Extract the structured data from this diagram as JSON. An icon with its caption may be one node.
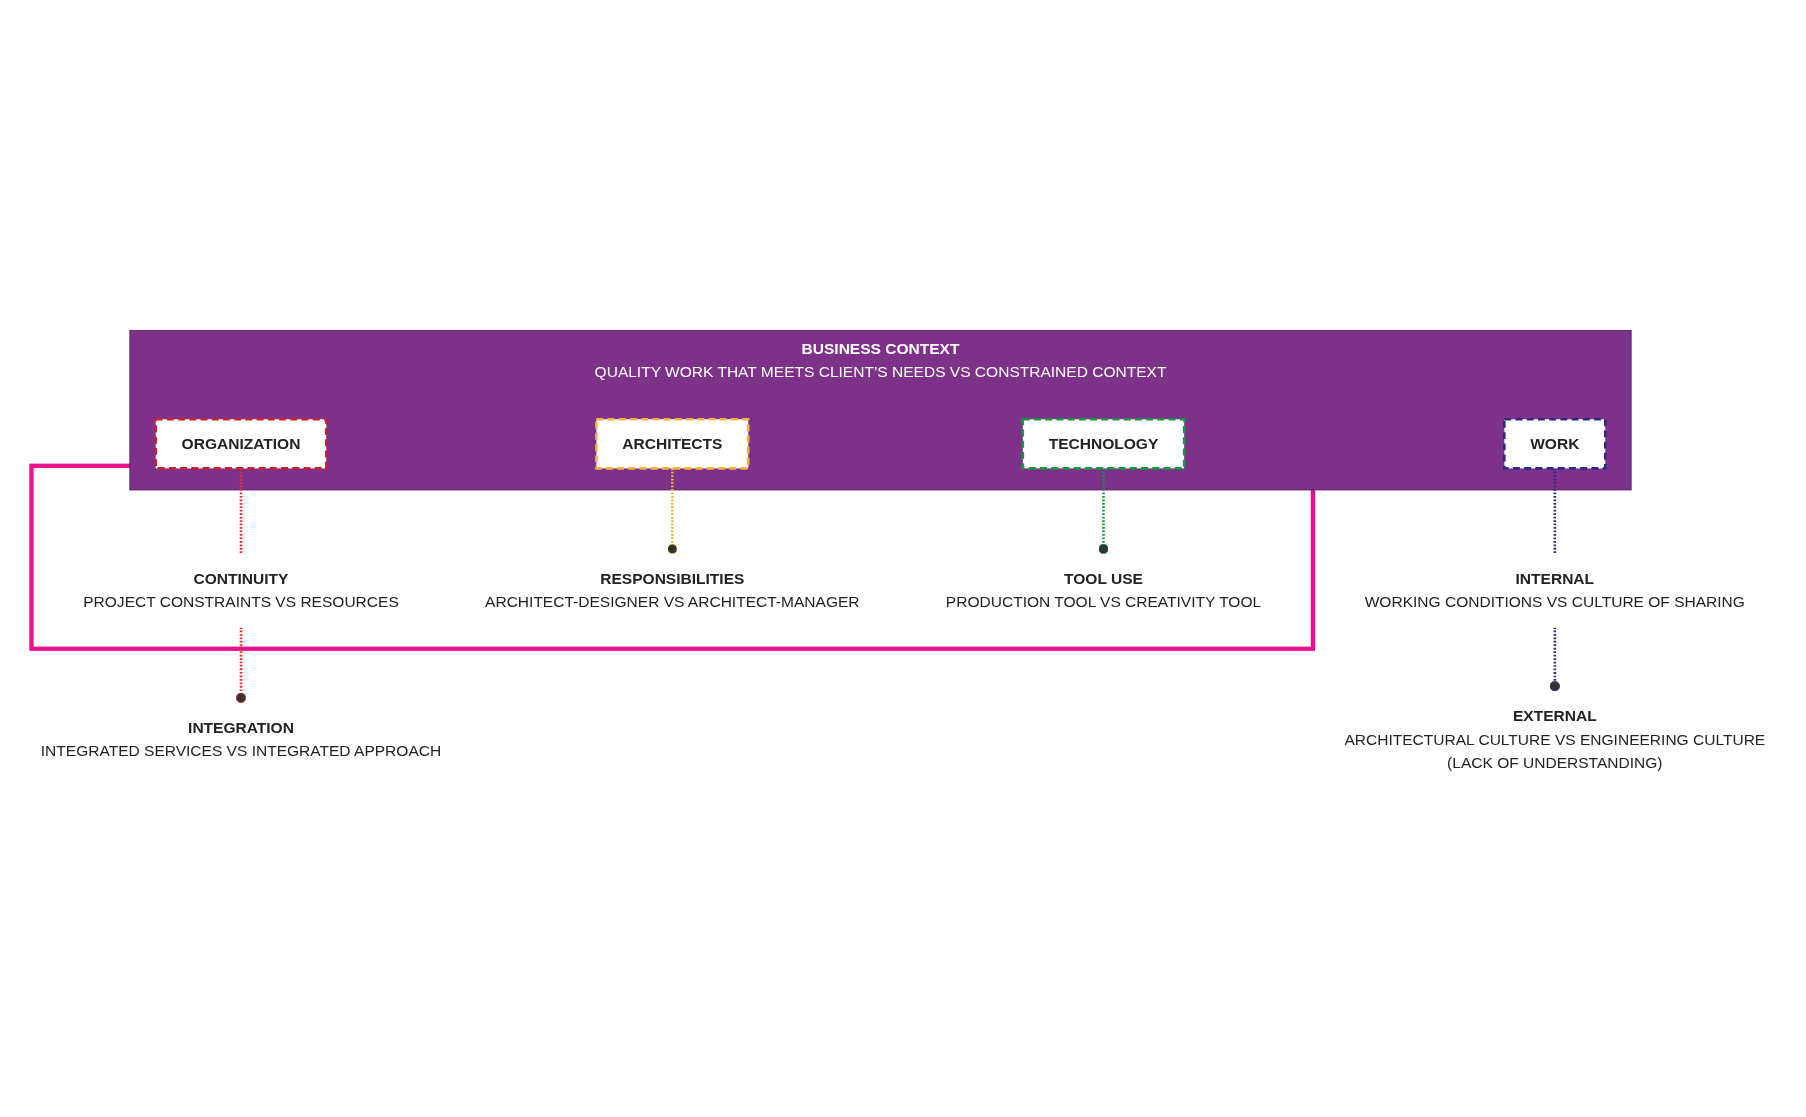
{
  "diagram": {
    "nodes": [
      {
        "text": [
          "BUSINESS CONTEXT",
          "QUALITY WORK THAT MEETS CLIENT’S NEEDS VS CONSTRAINED CONTEXT"
        ]
      },
      {
        "text": [
          "ORGANIZATION"
        ],
        "in": 0
      },
      {
        "text": [
          "ARCHITECTS"
        ],
        "in": 0
      },
      {
        "text": [
          "TECHNOLOGY"
        ],
        "in": 0
      },
      {
        "text": [
          "WORK"
        ],
        "in": 0
      },
      {
        "text": [],
        "shape": "box"
      },
      {
        "text": [
          "CONTINUITY",
          "PROJECT CONSTRAINTS VS RESOURCES"
        ],
        "in": 5
      },
      {
        "text": [
          "RESPONSIBILITIES",
          "ARCHITECT-DESIGNER VS ARCHITECT-MANAGER"
        ],
        "in": 5
      },
      {
        "text": [
          "TOOL USE",
          "PRODUCTION TOOL VS CREATIVITY TOOL"
        ],
        "in": 5
      },
      {
        "text": [
          "INTERNAL",
          "WORKING CONDITIONS VS CULTURE OF SHARING"
        ]
      },
      {
        "text": [
          "INTEGRATION",
          "INTEGRATED SERVICES VS INTEGRATED APPROACH"
        ]
      },
      {
        "text": [
          "EXTERNAL",
          "ARCHITECTURAL CULTURE VS ENGINEERING CULTURE",
          "(LACK OF UNDERSTANDING)"
        ]
      }
    ],
    "edges": [
      {
        "from": 1,
        "to": 6,
        "arrow": "none",
        "style": "dashed",
        "color": "#e03030"
      },
      {
        "from": 6,
        "to": 10,
        "arrow": "other",
        "style": "dashed",
        "color": "#e03030"
      },
      {
        "from": 2,
        "to": 7,
        "arrow": "other",
        "style": "dashed",
        "color": "#f5b335"
      },
      {
        "from": 3,
        "to": 8,
        "arrow": "other",
        "style": "dashed",
        "color": "#0a9a3a"
      },
      {
        "from": 4,
        "to": 9,
        "arrow": "none",
        "style": "dashed",
        "color": "#2e2a80"
      },
      {
        "from": 9,
        "to": 11,
        "arrow": "other",
        "style": "dashed",
        "color": "#2e2a80"
      }
    ]
  }
}
